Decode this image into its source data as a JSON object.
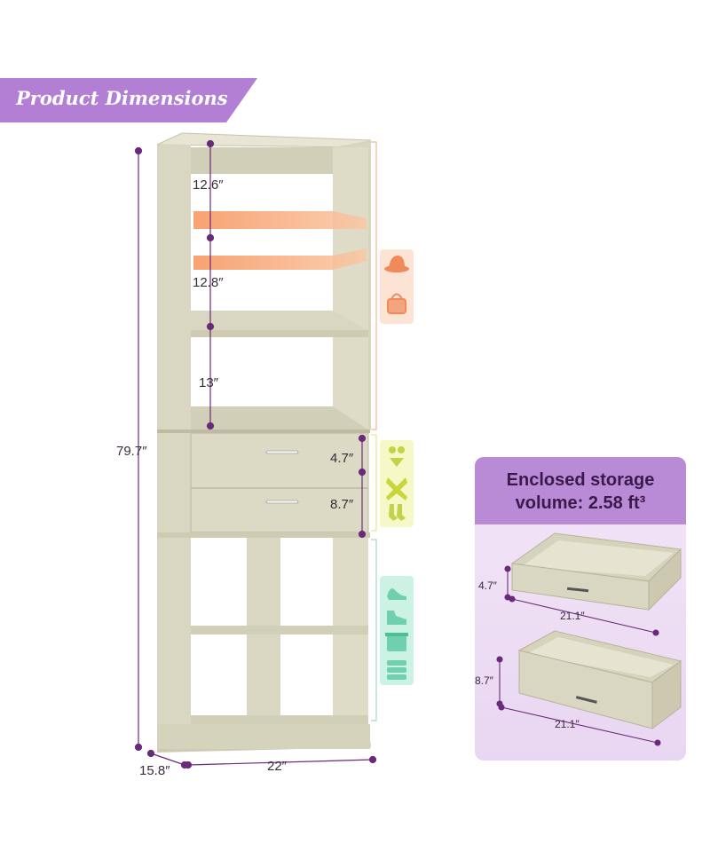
{
  "banner": {
    "title": "Product Dimensions",
    "color": "#b37fd4"
  },
  "dimensions": {
    "shelf_top": "12.6″",
    "shelf_middle": "12.8″",
    "shelf_lower": "13″",
    "height_total": "79.7″",
    "drawer_upper": "4.7″",
    "drawer_lower": "8.7″",
    "depth": "15.8″",
    "width": "22″"
  },
  "storage_panel": {
    "title_line1": "Enclosed storage",
    "title_line2": "volume: 2.58 ft³",
    "drawer1_height": "4.7″",
    "drawer1_width": "21.1″",
    "drawer2_height": "8.7″",
    "drawer2_width": "21.1″",
    "header_color": "#b98ad6"
  },
  "icons": {
    "upper_group": [
      "hat-icon",
      "handbag-icon"
    ],
    "middle_group": [
      "bikini-icon",
      "shirt-icon",
      "socks-icon"
    ],
    "lower_group": [
      "heel-shoe-icon",
      "sneaker-icon",
      "storage-bin-icon",
      "folded-towels-icon"
    ]
  },
  "colors": {
    "wood": "#dcd9c6",
    "wood_dark": "#c9c5ad",
    "dimension_line": "#6a2a7a",
    "hanging_rod_accent": "#f4a070",
    "upper_group_bg": "#fde3d4",
    "middle_group_bg": "#f6f8c8",
    "lower_group_bg": "#ccf2e4"
  }
}
